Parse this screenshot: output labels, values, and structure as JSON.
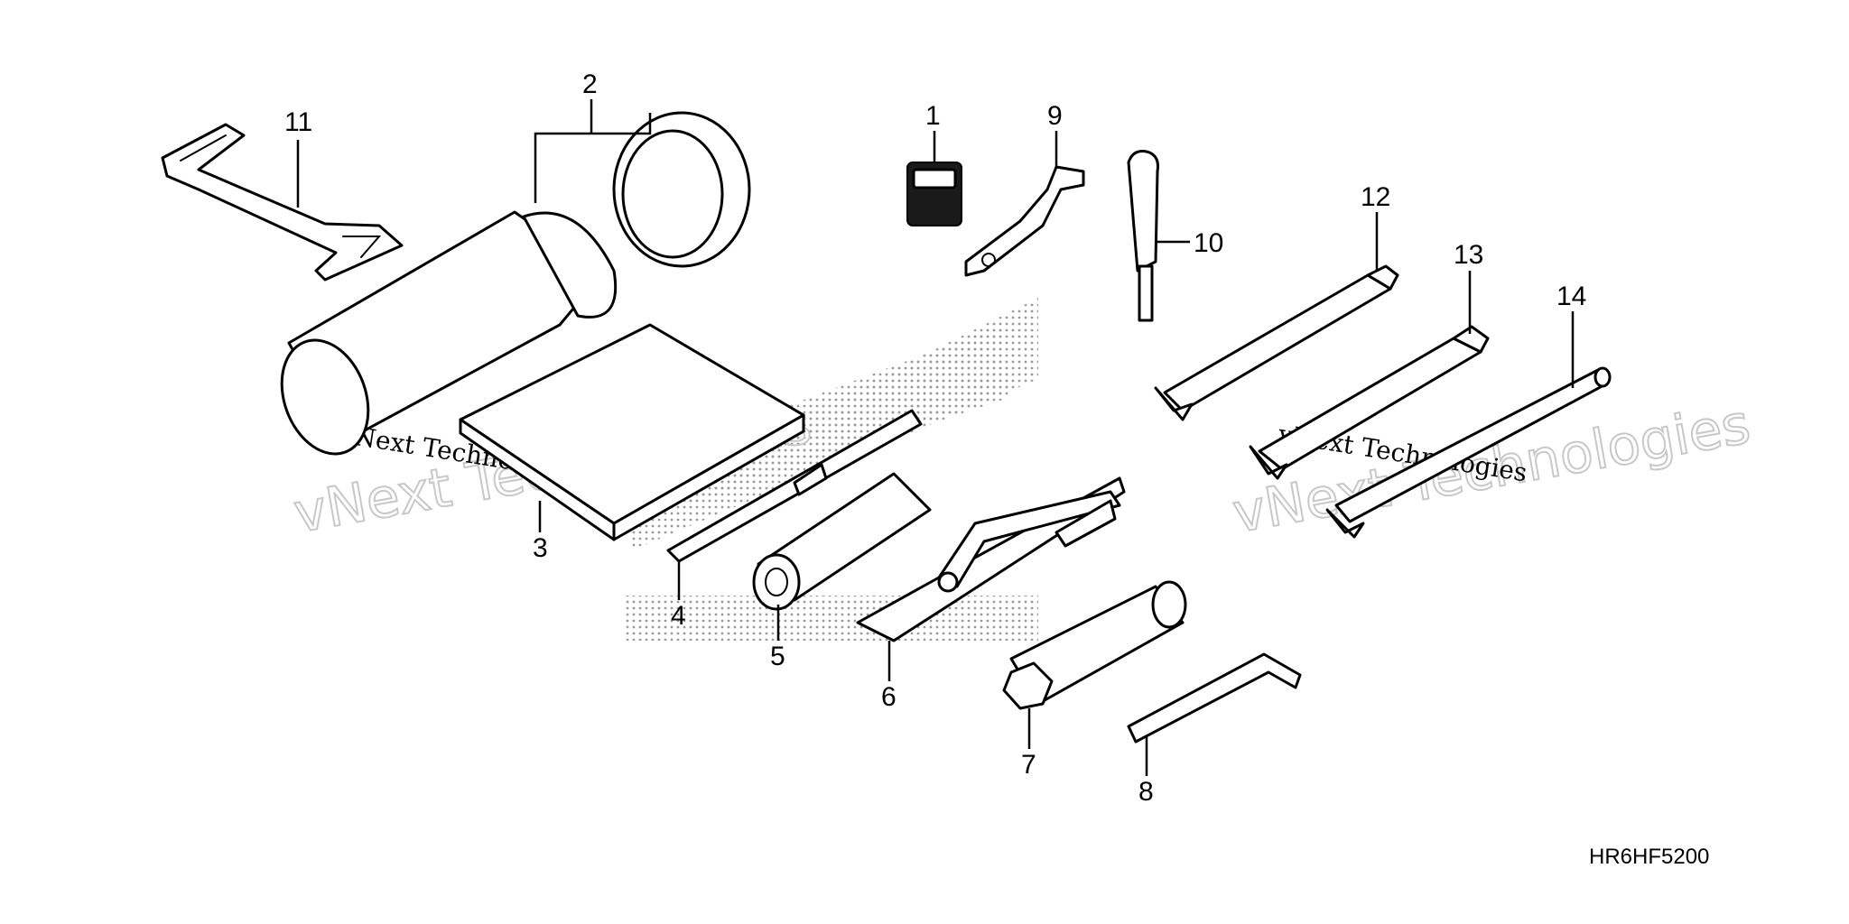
{
  "watermarks": {
    "left_outline": "vNext Technologies",
    "left_text": "vNext Technologies",
    "right_outline": "vNext Technologies",
    "right_text": "vNext Technologies"
  },
  "callouts": [
    {
      "id": "1",
      "label": "1"
    },
    {
      "id": "2",
      "label": "2"
    },
    {
      "id": "3",
      "label": "3"
    },
    {
      "id": "4",
      "label": "4"
    },
    {
      "id": "5",
      "label": "5"
    },
    {
      "id": "6",
      "label": "6"
    },
    {
      "id": "7",
      "label": "7"
    },
    {
      "id": "8",
      "label": "8"
    },
    {
      "id": "9",
      "label": "9"
    },
    {
      "id": "10",
      "label": "10"
    },
    {
      "id": "11",
      "label": "11"
    },
    {
      "id": "12",
      "label": "12"
    },
    {
      "id": "13",
      "label": "13"
    },
    {
      "id": "14",
      "label": "14"
    }
  ],
  "diagram_code": "HR6HF5200"
}
